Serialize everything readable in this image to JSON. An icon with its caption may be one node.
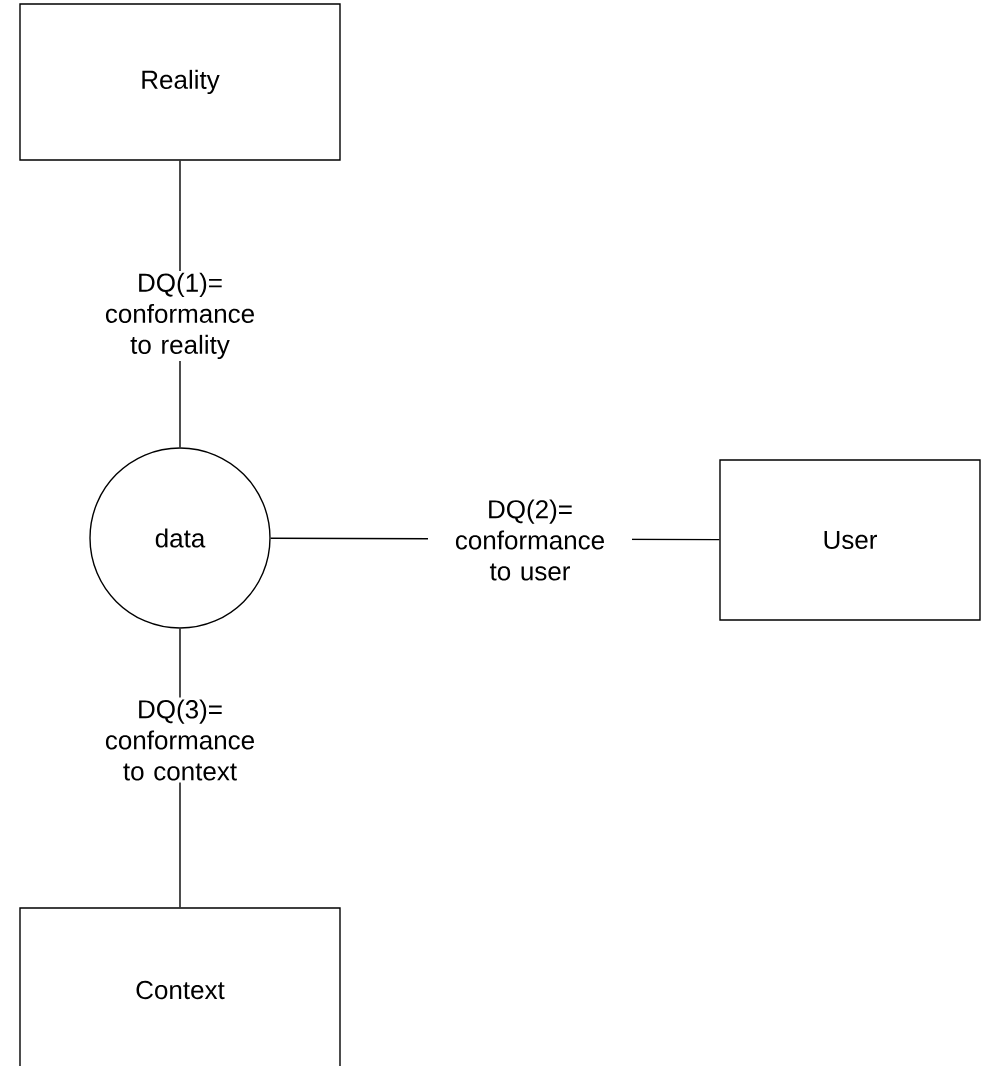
{
  "diagram": {
    "nodes": [
      {
        "text": [
          "Reality"
        ]
      },
      {
        "text": [
          "data"
        ]
      },
      {
        "text": [
          "User"
        ]
      },
      {
        "text": [
          "Context"
        ]
      }
    ],
    "edges": [
      {
        "from": 0,
        "to": 1,
        "arrow": "none",
        "label": "DQ(1)= conformance to reality"
      },
      {
        "from": 1,
        "to": 2,
        "arrow": "none",
        "label": "DQ(2)= conformance to user"
      },
      {
        "from": 1,
        "to": 3,
        "arrow": "none",
        "label": "DQ(3)= conformance to context"
      }
    ]
  }
}
